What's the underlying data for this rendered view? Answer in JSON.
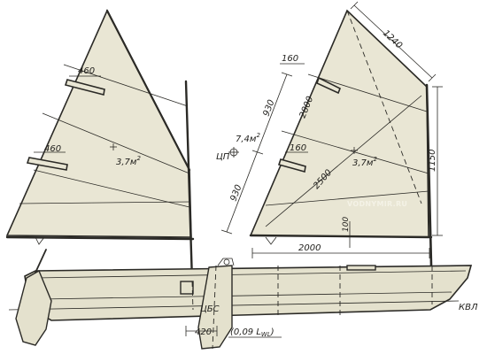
{
  "left_sail": {
    "batten_upper": "460",
    "batten_lower": "460",
    "area": "3,7м"
  },
  "right_sail": {
    "leech_dim": "1240",
    "batten_top": "160",
    "luff_upper": "930",
    "luff_lower": "930",
    "batten_segment": "2800",
    "batten_mid": "160",
    "diagonal": "2500",
    "area": "3,7м",
    "mast_height": "1150",
    "boom_drop": "100",
    "foot_length": "2000",
    "cp_area": "7,4м",
    "cp_label": "ЦП"
  },
  "hull": {
    "waterline": "КВЛ",
    "board_center": "ЦБС",
    "offset": "420",
    "offset_formula": "(0,09 L",
    "offset_sub": "WL",
    "offset_close": ")"
  },
  "watermark": "VODNYMIR.RU",
  "sup2": "2"
}
